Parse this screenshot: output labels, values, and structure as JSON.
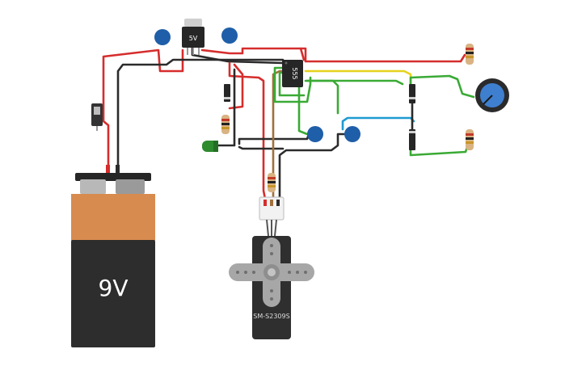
{
  "components": {
    "battery": {
      "label": "9V"
    },
    "regulator": {
      "label": "5V"
    },
    "timer_ic": {
      "label": "555"
    },
    "servo": {
      "label": "SM-S2309S"
    }
  },
  "colors": {
    "wire_red": "#d62d2d",
    "wire_black": "#2b2b2b",
    "wire_yellow": "#e6d21d",
    "wire_green": "#3aaa35",
    "wire_blue": "#1f9bd1",
    "wire_brown": "#a0703c",
    "capacitor_blue": "#1f5ea8",
    "battery_top": "#d88b4e",
    "battery_body": "#2d2d2d",
    "led_green": "#2e8b2e"
  }
}
